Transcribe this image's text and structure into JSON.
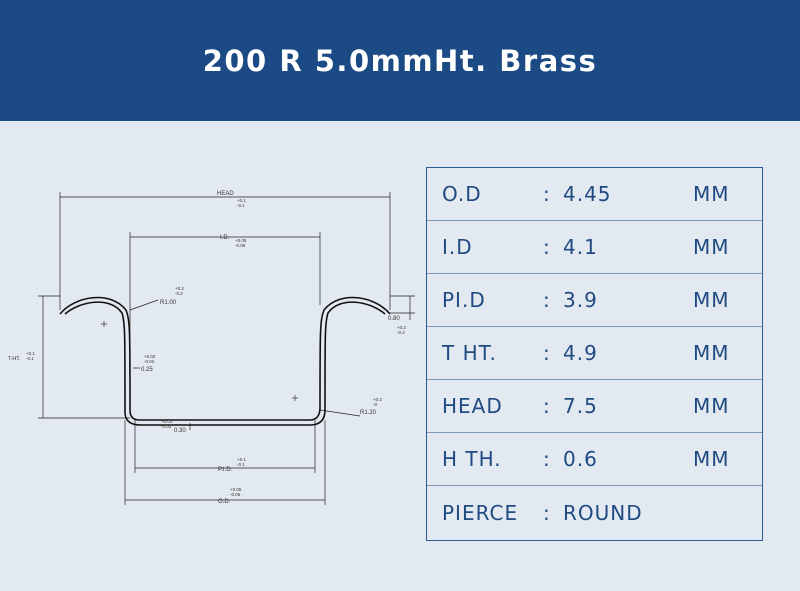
{
  "title": "200 R 5.0mmHt. Brass",
  "drawing": {
    "head_label": "HEAD",
    "head_tol_plus": "+0.1",
    "head_tol_minus": "-0.1",
    "id_label": "I.D.",
    "id_tol_plus": "+0.05",
    "id_tol_minus": "-0.05",
    "r1_label": "R1.00",
    "r1_tol_plus": "+0.2",
    "r1_tol_minus": "-0.2",
    "thickness_label": "0.25",
    "thickness_tol_plus": "+0.02",
    "thickness_tol_minus": "-0.02",
    "head_th_label": "0.80",
    "head_th_tol_plus": "+0.2",
    "head_th_tol_minus": "-0.2",
    "tht_label": "T.HT.",
    "tht_tol_plus": "+0.1",
    "tht_tol_minus": "-0.1",
    "r2_label": "R1.20",
    "r2_tol_plus": "+0.2",
    "r2_tol_minus": "-0",
    "bottom_label": "0.30",
    "bottom_tol_plus": "+0.03",
    "bottom_tol_minus": "-0.02",
    "pid_label": "P.I.D.",
    "pid_tol_plus": "+0.1",
    "pid_tol_minus": "-0.1",
    "od_label": "O.D.",
    "od_tol_plus": "+0.05",
    "od_tol_minus": "-0.05"
  },
  "specs": [
    {
      "label": "O.D",
      "colon": ":",
      "value": "4.45",
      "unit": "MM"
    },
    {
      "label": "I.D",
      "colon": ":",
      "value": "4.1",
      "unit": "MM"
    },
    {
      "label": "PI.D",
      "colon": ":",
      "value": "3.9",
      "unit": "MM"
    },
    {
      "label": "T HT.",
      "colon": ":",
      "value": "4.9",
      "unit": "MM"
    },
    {
      "label": "HEAD",
      "colon": ":",
      "value": "7.5",
      "unit": "MM"
    },
    {
      "label": "H TH.",
      "colon": ":",
      "value": "0.6",
      "unit": "MM"
    },
    {
      "label": "PIERCE",
      "colon": ":",
      "value": "ROUND",
      "unit": ""
    }
  ],
  "colors": {
    "header_bg": "#1b4a85",
    "page_bg": "#e3e9f0",
    "text_blue": "#1f4a82"
  }
}
